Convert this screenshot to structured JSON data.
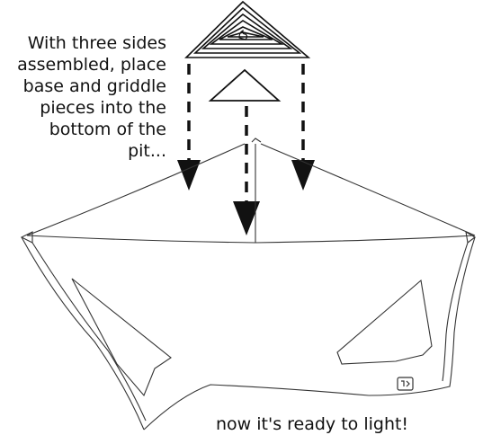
{
  "instructions": {
    "step_text_lines": [
      "With three sides",
      "assembled, place",
      "base and griddle",
      "pieces into the",
      "bottom of the",
      "pit..."
    ],
    "final_text": "now it's ready to light!"
  },
  "icons": {
    "griddle_piece": "triangular-griddle-icon",
    "base_piece": "triangular-base-icon",
    "flame_mark": "flame-icon",
    "fire_pit": "fire-pit-icon",
    "logo_mark": "brand-logo-icon",
    "drop_arrow": "arrow-down-icon"
  }
}
